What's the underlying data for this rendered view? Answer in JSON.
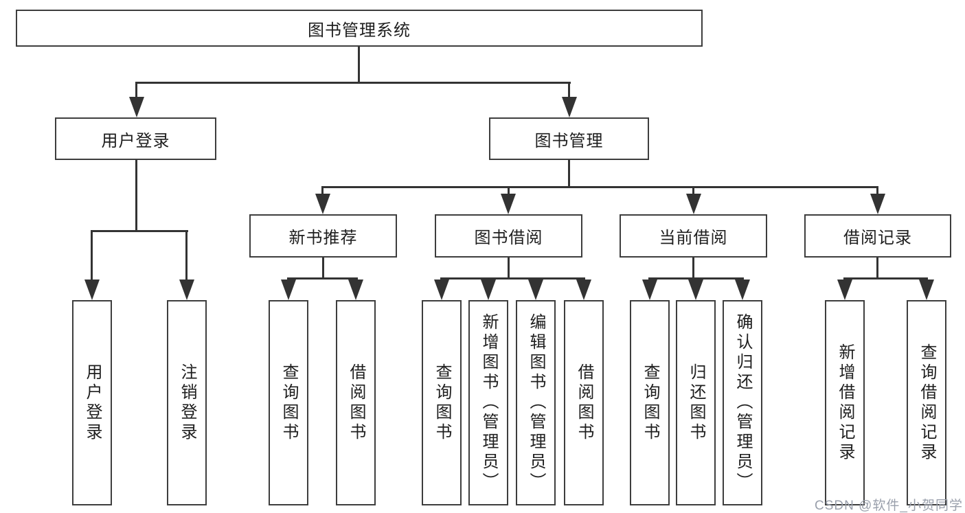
{
  "colors": {
    "line": "#333333",
    "box_border": "#3d3d3d",
    "text": "#1e1e1e",
    "watermark": "#9aa0ac",
    "background": "#ffffff"
  },
  "diagram": {
    "root": {
      "label": "图书管理系统"
    },
    "level2": [
      {
        "label": "用户登录"
      },
      {
        "label": "图书管理"
      }
    ],
    "level3": [
      {
        "label": "新书推荐"
      },
      {
        "label": "图书借阅"
      },
      {
        "label": "当前借阅"
      },
      {
        "label": "借阅记录"
      }
    ],
    "leaves": {
      "user_login": [
        "用户登录",
        "注销登录"
      ],
      "new_book": [
        "查询图书",
        "借阅图书"
      ],
      "book_borrow": [
        "查询图书",
        "新增图书（管理员）",
        "编辑图书（管理员）",
        "借阅图书"
      ],
      "current_borrow": [
        "查询图书",
        "归还图书",
        "确认归还（管理员）"
      ],
      "borrow_record": [
        "新增借阅记录",
        "查询借阅记录"
      ]
    }
  },
  "watermark": {
    "text": "CSDN @软件_小贺同学"
  }
}
